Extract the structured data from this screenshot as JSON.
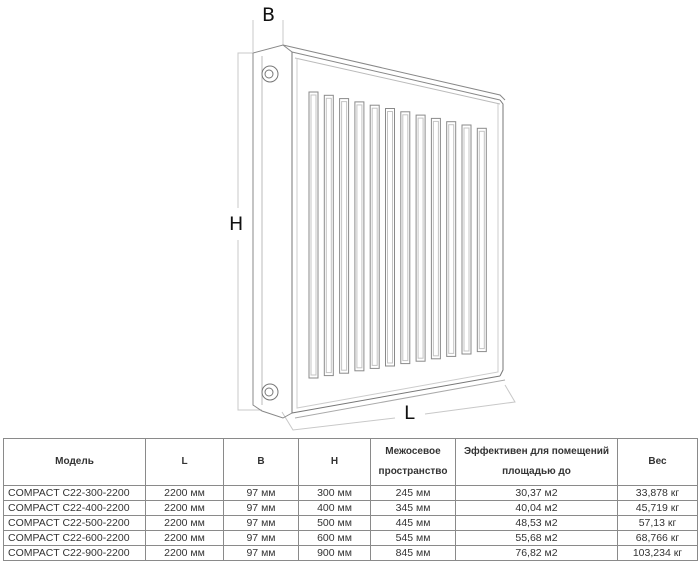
{
  "diagram": {
    "labels": {
      "depth": "B",
      "height": "H",
      "length": "L"
    },
    "slot_count": 12
  },
  "table": {
    "headers": [
      "Модель",
      "L",
      "B",
      "H",
      "Межосевое пространство",
      "Эффективен для помещений площадью до",
      "Вес"
    ],
    "header_lines": {
      "spacing": [
        "Межосевое",
        "пространство"
      ],
      "effective": [
        "Эффективен для помещений",
        "площадью до"
      ]
    },
    "rows": [
      [
        "COMPACT C22-300-2200",
        "2200 мм",
        "97 мм",
        "300 мм",
        "245 мм",
        "30,37 м2",
        "33,878 кг"
      ],
      [
        "COMPACT C22-400-2200",
        "2200 мм",
        "97 мм",
        "400 мм",
        "345 мм",
        "40,04 м2",
        "45,719 кг"
      ],
      [
        "COMPACT C22-500-2200",
        "2200 мм",
        "97 мм",
        "500 мм",
        "445 мм",
        "48,53 м2",
        "57,13 кг"
      ],
      [
        "COMPACT C22-600-2200",
        "2200 мм",
        "97 мм",
        "600 мм",
        "545 мм",
        "55,68 м2",
        "68,766 кг"
      ],
      [
        "COMPACT C22-900-2200",
        "2200 мм",
        "97 мм",
        "900 мм",
        "845 мм",
        "76,82 м2",
        "103,234 кг"
      ]
    ]
  }
}
